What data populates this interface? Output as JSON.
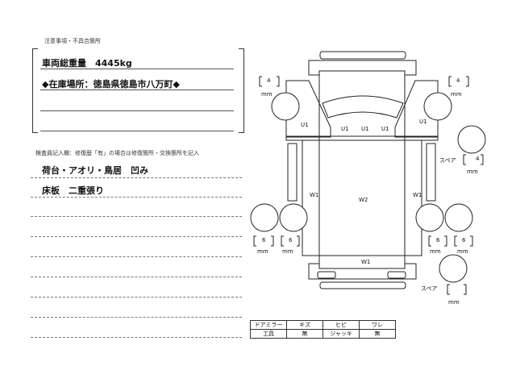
{
  "notes": {
    "caption": "注意事項・不具合箇所",
    "lines": [
      "車両総重量　4445kg",
      "◆在庫場所：徳島県徳島市八万町◆"
    ]
  },
  "inspector": {
    "caption": "検査員記入欄：修復歴「有」の場合は修復箇所・交換箇所を記入",
    "lines": [
      "荷台・アオリ・鳥居　凹み",
      "床板　二重張り"
    ]
  },
  "diagram": {
    "zones": {
      "u1": "U1",
      "w1": "W1",
      "w2": "W2"
    },
    "unit": "mm",
    "spare": "スペア",
    "tread": {
      "front_left": "4",
      "front_right": "4",
      "spare_top": "4",
      "rear_left_outer": "6",
      "rear_left_inner": "6",
      "rear_right_inner": "6",
      "rear_right_outer": "6",
      "spare_bottom": ""
    }
  },
  "table": {
    "rows": [
      [
        "ドアミラー",
        "キズ",
        "ヒビ",
        "ワレ"
      ],
      [
        "工具",
        "無",
        "ジャッキ",
        "無"
      ]
    ]
  }
}
